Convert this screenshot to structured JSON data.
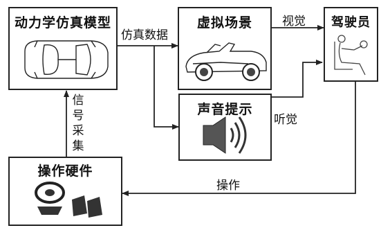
{
  "nodes": {
    "dynamics_model": "动力学仿真模型",
    "virtual_scene": "虚拟场景",
    "driver": "驾驶员",
    "sound_cue": "声音提示",
    "hardware": "操作硬件"
  },
  "edges": {
    "sim_data": "仿真数据",
    "vision": "视觉",
    "hearing": "听觉",
    "operation": "操作",
    "signal_acq": [
      "信",
      "号",
      "采",
      "集"
    ]
  }
}
